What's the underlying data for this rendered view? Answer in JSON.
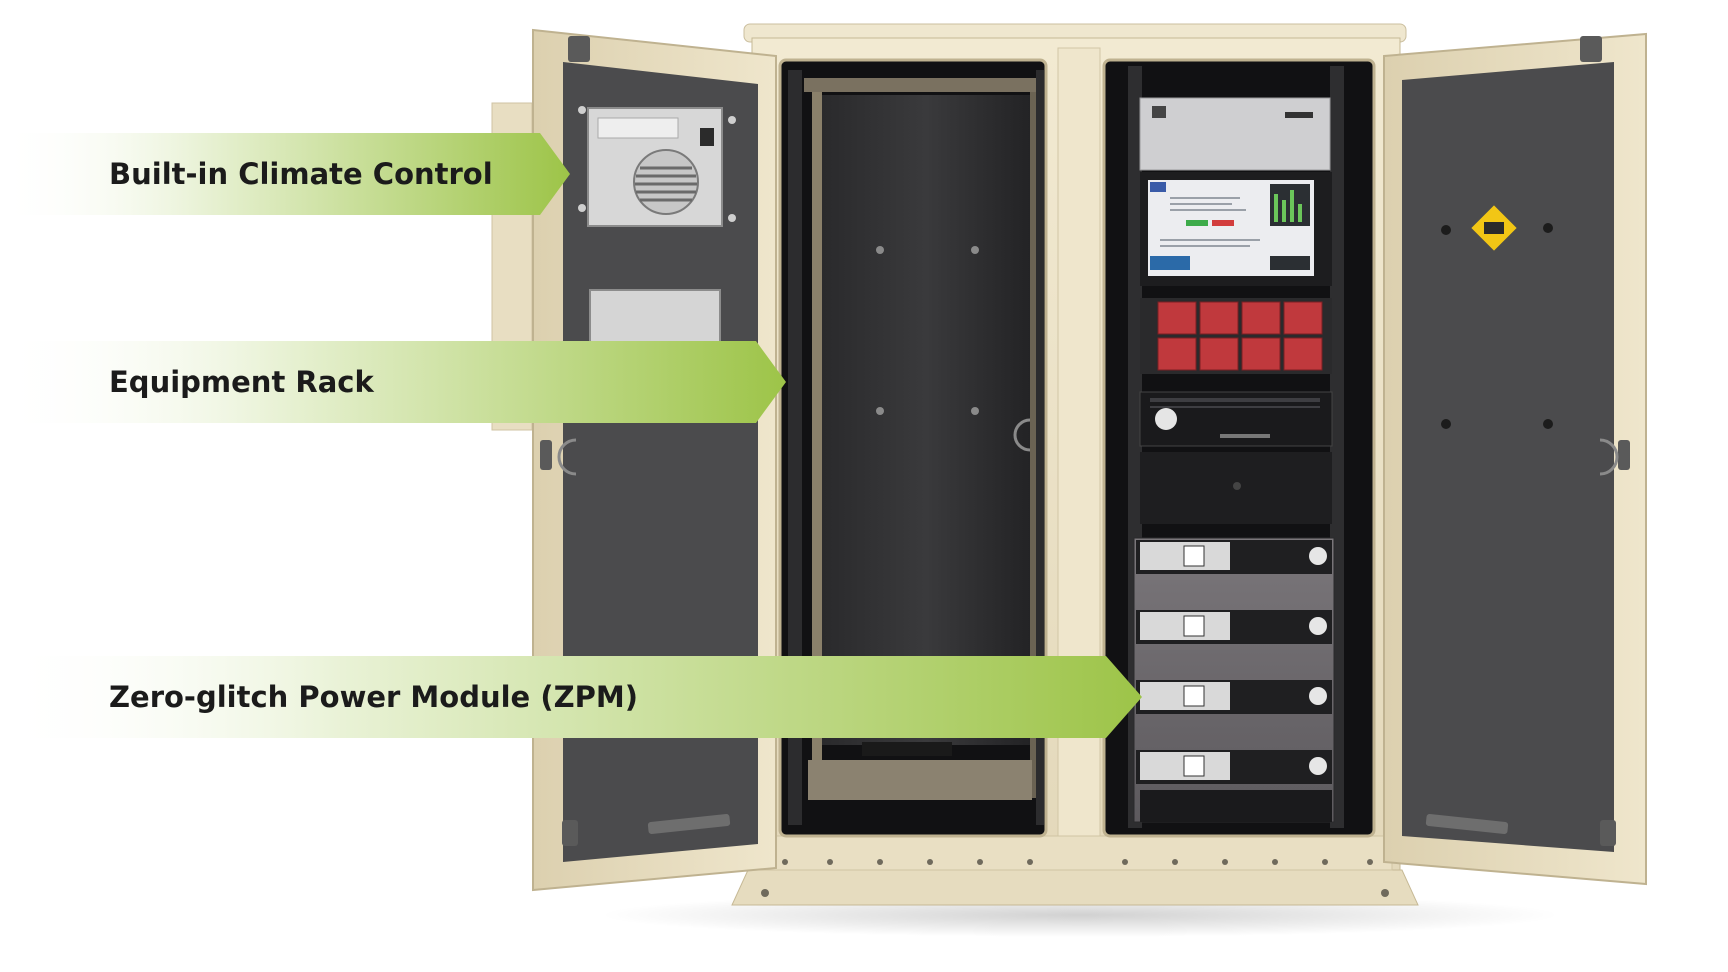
{
  "callouts": [
    {
      "label": "Built-in Climate Control"
    },
    {
      "label": "Equipment Rack"
    },
    {
      "label": "Zero-glitch Power Module (ZPM)"
    }
  ],
  "colors": {
    "cabinet_beige": "#ece3c8",
    "cabinet_shadow": "#c9bd9c",
    "door_panel": "#4b4b4d",
    "rack_black": "#1c1c1e",
    "callout_green": "#9dc448",
    "callout_fade": "#ffffff",
    "module_red": "#c0393d",
    "module_silver": "#d9d9d9"
  },
  "icons": [
    "vent-fan-icon",
    "warning-label-icon",
    "hinge-icon",
    "door-handle-icon"
  ]
}
